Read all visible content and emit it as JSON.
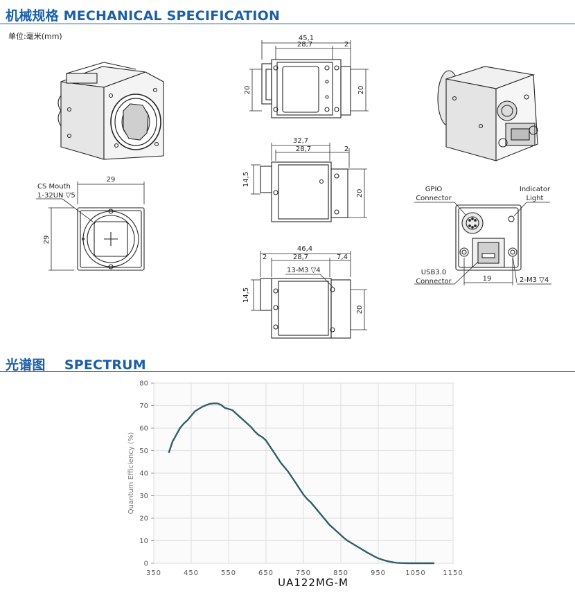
{
  "mechanical": {
    "title": "机械规格 MECHANICAL SPECIFICATION",
    "unit_note": "单位:毫米(mm)",
    "front": {
      "width": "29",
      "height": "29",
      "mount_label_1": "CS Mouth",
      "mount_label_2": "1-32UN ▽5"
    },
    "top": {
      "overall": "45,1",
      "body": "28,7",
      "offset": "2",
      "height_left": "20",
      "height_right": "20"
    },
    "side": {
      "overall": "32,7",
      "body": "28,7",
      "offset": "2",
      "height_left": "14,5",
      "height_right": "20"
    },
    "bottom": {
      "overall": "46,4",
      "left_offset": "2",
      "body": "28,7",
      "right_offset": "7,4",
      "holes": "13-M3 ▽4",
      "height_left": "14,5",
      "height_right": "20"
    },
    "rear": {
      "gpio_1": "GPIO",
      "gpio_2": "Connector",
      "led_1": "Indicator",
      "led_2": "Light",
      "usb_1": "USB3.0",
      "usb_2": "Connector",
      "spacing": "19",
      "holes": "2-M3 ▽4"
    }
  },
  "spectrum": {
    "title": "光谱图    SPECTRUM",
    "model": "UA122MG-M"
  },
  "chart_data": {
    "type": "line",
    "ylabel": "Quantum Efficiency (%)",
    "xlabel": "",
    "xlim": [
      350,
      1150
    ],
    "ylim": [
      0,
      80
    ],
    "xticks": [
      350,
      450,
      550,
      650,
      750,
      850,
      950,
      1050,
      1150
    ],
    "yticks": [
      0,
      10,
      20,
      30,
      40,
      50,
      60,
      70,
      80
    ],
    "grid": true,
    "line_color": "#2e5f6b",
    "series": [
      {
        "x": [
          390,
          400,
          410,
          420,
          430,
          440,
          450,
          460,
          470,
          480,
          490,
          500,
          510,
          520,
          530,
          540,
          550,
          560,
          570,
          580,
          590,
          600,
          610,
          620,
          630,
          640,
          650,
          660,
          670,
          680,
          690,
          700,
          710,
          720,
          730,
          740,
          750,
          760,
          770,
          780,
          790,
          800,
          810,
          820,
          830,
          840,
          850,
          860,
          870,
          880,
          890,
          900,
          910,
          920,
          930,
          940,
          950,
          960,
          970,
          980,
          990,
          1000,
          1010,
          1020,
          1030,
          1040,
          1050,
          1060,
          1070,
          1080,
          1090,
          1100
        ],
        "y": [
          49,
          54,
          57,
          60,
          62,
          63.5,
          65.5,
          67.5,
          68.5,
          69.5,
          70.2,
          70.8,
          71,
          71,
          70.3,
          69,
          68.5,
          68,
          66.5,
          65,
          63.5,
          62,
          60.5,
          58.5,
          57,
          56,
          54.5,
          52,
          49.5,
          47,
          44.5,
          42.5,
          40.5,
          38,
          35.5,
          33,
          30.5,
          28.5,
          27,
          25,
          23,
          21,
          19,
          17,
          15.5,
          14,
          12.5,
          11,
          9.8,
          8.8,
          7.8,
          6.8,
          5.8,
          4.8,
          3.9,
          3.0,
          2.2,
          1.6,
          1.1,
          0.7,
          0.4,
          0.2,
          0.1,
          0.05,
          0,
          0,
          0,
          0,
          0,
          0,
          0,
          0
        ]
      }
    ]
  }
}
